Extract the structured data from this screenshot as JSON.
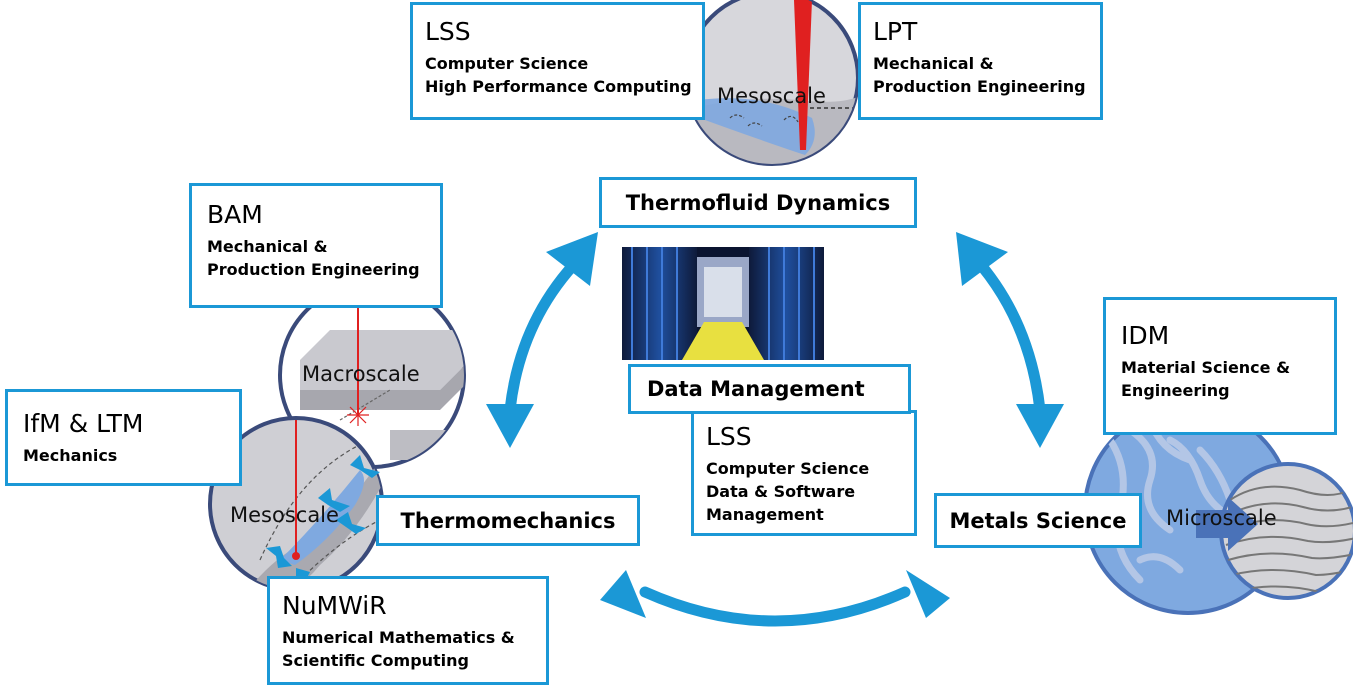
{
  "colors": {
    "accent": "#1b98d6",
    "circle_border": "#3a4a7a",
    "circle_fill_gray": "#cfcfd4",
    "blue_fill": "#7fa9e0",
    "laser": "#e02020"
  },
  "partners": {
    "lss_top": {
      "org": "LSS",
      "lines": [
        "Computer Science",
        "High Performance Computing"
      ]
    },
    "lpt": {
      "org": "LPT",
      "lines": [
        "Mechanical &",
        "Production Engineering"
      ]
    },
    "bam": {
      "org": "BAM",
      "lines": [
        "Mechanical &",
        "Production Engineering"
      ]
    },
    "ifm": {
      "org": "IfM & LTM",
      "lines": [
        "Mechanics"
      ]
    },
    "idm": {
      "org": "IDM",
      "lines": [
        "Material Science &",
        "Engineering"
      ]
    },
    "lss_center": {
      "org": "LSS",
      "lines": [
        "Computer Science",
        "Data & Software",
        "Management"
      ]
    },
    "numwir": {
      "org": "NuMWiR",
      "lines": [
        "Numerical Mathematics &",
        "Scientific Computing"
      ]
    }
  },
  "topics": {
    "thermofluid": "Thermofluid Dynamics",
    "thermomechanics": "Thermomechanics",
    "metals": "Metals Science",
    "data": "Data Management"
  },
  "scales": {
    "top": "Mesoscale",
    "macro": "Macroscale",
    "left_meso": "Mesoscale",
    "micro": "Microscale"
  }
}
